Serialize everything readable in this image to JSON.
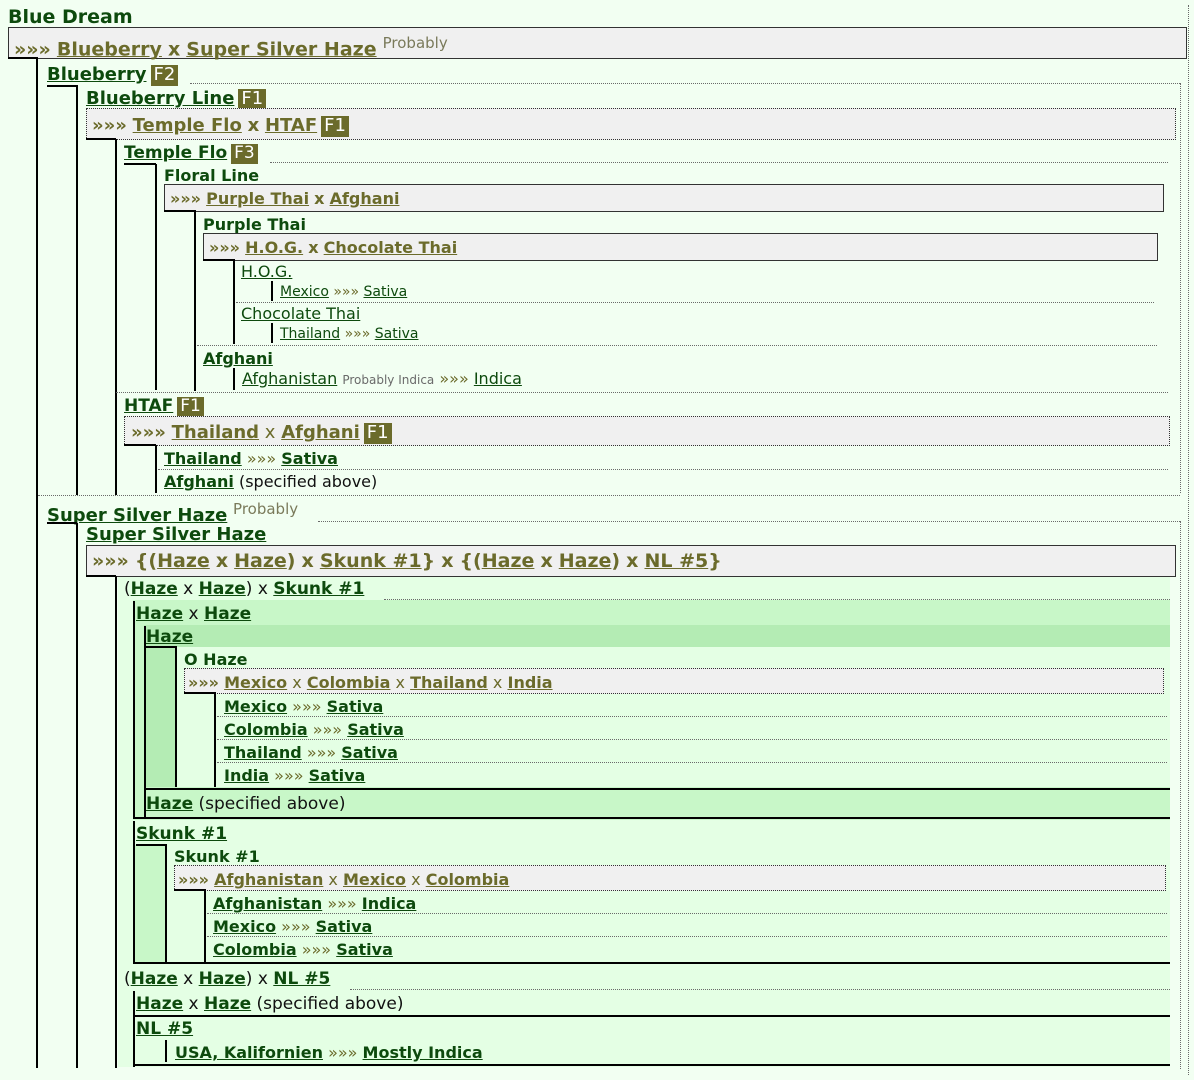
{
  "blue_dream": {
    "title": "Blue Dream",
    "arrows": "»»»",
    "p1": "Blueberry",
    "x": "x",
    "p2": "Super Silver Haze",
    "note": "Probably"
  },
  "blueberry": {
    "title": "Blueberry",
    "badge": "F2"
  },
  "blueberry_line": {
    "title": "Blueberry Line",
    "badge": "F1",
    "arrows": "»»»",
    "p1": "Temple Flo",
    "x": "x",
    "p2": "HTAF",
    "cross_badge": "F1"
  },
  "temple_flo": {
    "title": "Temple Flo",
    "badge": "F3"
  },
  "floral_line": {
    "title": "Floral Line",
    "arrows": "»»»",
    "p1": "Purple Thai",
    "x": "x",
    "p2": "Afghani"
  },
  "purple_thai": {
    "title": "Purple Thai",
    "arrows": "»»»",
    "p1": "H.O.G.",
    "x": "x",
    "p2": "Chocolate Thai"
  },
  "hog": {
    "title": "H.O.G.",
    "origin": "Mexico",
    "arrows": "»»»",
    "type": "Sativa"
  },
  "chocolate_thai": {
    "title": "Chocolate Thai",
    "origin": "Thailand",
    "arrows": "»»»",
    "type": "Sativa"
  },
  "afghani": {
    "title": "Afghani",
    "origin": "Afghanistan",
    "note": "Probably Indica",
    "arrows": "»»»",
    "type": "Indica"
  },
  "htaf": {
    "title": "HTAF",
    "badge": "F1",
    "arrows": "»»»",
    "p1": "Thailand",
    "x": "x",
    "p2": "Afghani",
    "cross_badge": "F1",
    "r1_name": "Thailand",
    "r1_arrows": "»»»",
    "r1_type": "Sativa",
    "r2_name": "Afghani",
    "r2_note": "(specified above)"
  },
  "ssh": {
    "title": "Super Silver Haze",
    "note": "Probably"
  },
  "ssh_inner": {
    "title": "Super Silver Haze",
    "arrows": "»»»",
    "open1": "{(",
    "haze": "Haze",
    "x": "x",
    "close1": ")",
    "skunk": "Skunk #1",
    "brace_close": "}",
    "open2": "{(",
    "nl5": "NL #5",
    "brace_close2": "}"
  },
  "hhs": {
    "open": "(",
    "haze": "Haze",
    "x": "x",
    "close": ")",
    "skunk": "Skunk #1"
  },
  "hh": {
    "haze": "Haze",
    "x": "x"
  },
  "haze_block": {
    "title": "Haze"
  },
  "o_haze": {
    "title": "O Haze",
    "arrows": "»»»",
    "c1": "Mexico",
    "c2": "Colombia",
    "c3": "Thailand",
    "c4": "India",
    "x": "x"
  },
  "o_haze_rows": [
    {
      "name": "Mexico",
      "arrows": "»»»",
      "type": "Sativa"
    },
    {
      "name": "Colombia",
      "arrows": "»»»",
      "type": "Sativa"
    },
    {
      "name": "Thailand",
      "arrows": "»»»",
      "type": "Sativa"
    },
    {
      "name": "India",
      "arrows": "»»»",
      "type": "Sativa"
    }
  ],
  "haze_spec": {
    "name": "Haze",
    "note": "(specified above)"
  },
  "skunk": {
    "title": "Skunk #1",
    "inner_title": "Skunk #1",
    "arrows": "»»»",
    "c1": "Afghanistan",
    "c2": "Mexico",
    "c3": "Colombia",
    "x": "x"
  },
  "skunk_rows": [
    {
      "name": "Afghanistan",
      "arrows": "»»»",
      "type": "Indica"
    },
    {
      "name": "Mexico",
      "arrows": "»»»",
      "type": "Sativa"
    },
    {
      "name": "Colombia",
      "arrows": "»»»",
      "type": "Sativa"
    }
  ],
  "hhn": {
    "open": "(",
    "haze": "Haze",
    "x": "x",
    "close": ")",
    "nl5": "NL #5"
  },
  "hh2": {
    "haze": "Haze",
    "x": "x",
    "note": "(specified above)"
  },
  "nl5": {
    "title": "NL #5",
    "origin": "USA, Kalifornien",
    "arrows": "»»»",
    "type": "Mostly Indica"
  }
}
